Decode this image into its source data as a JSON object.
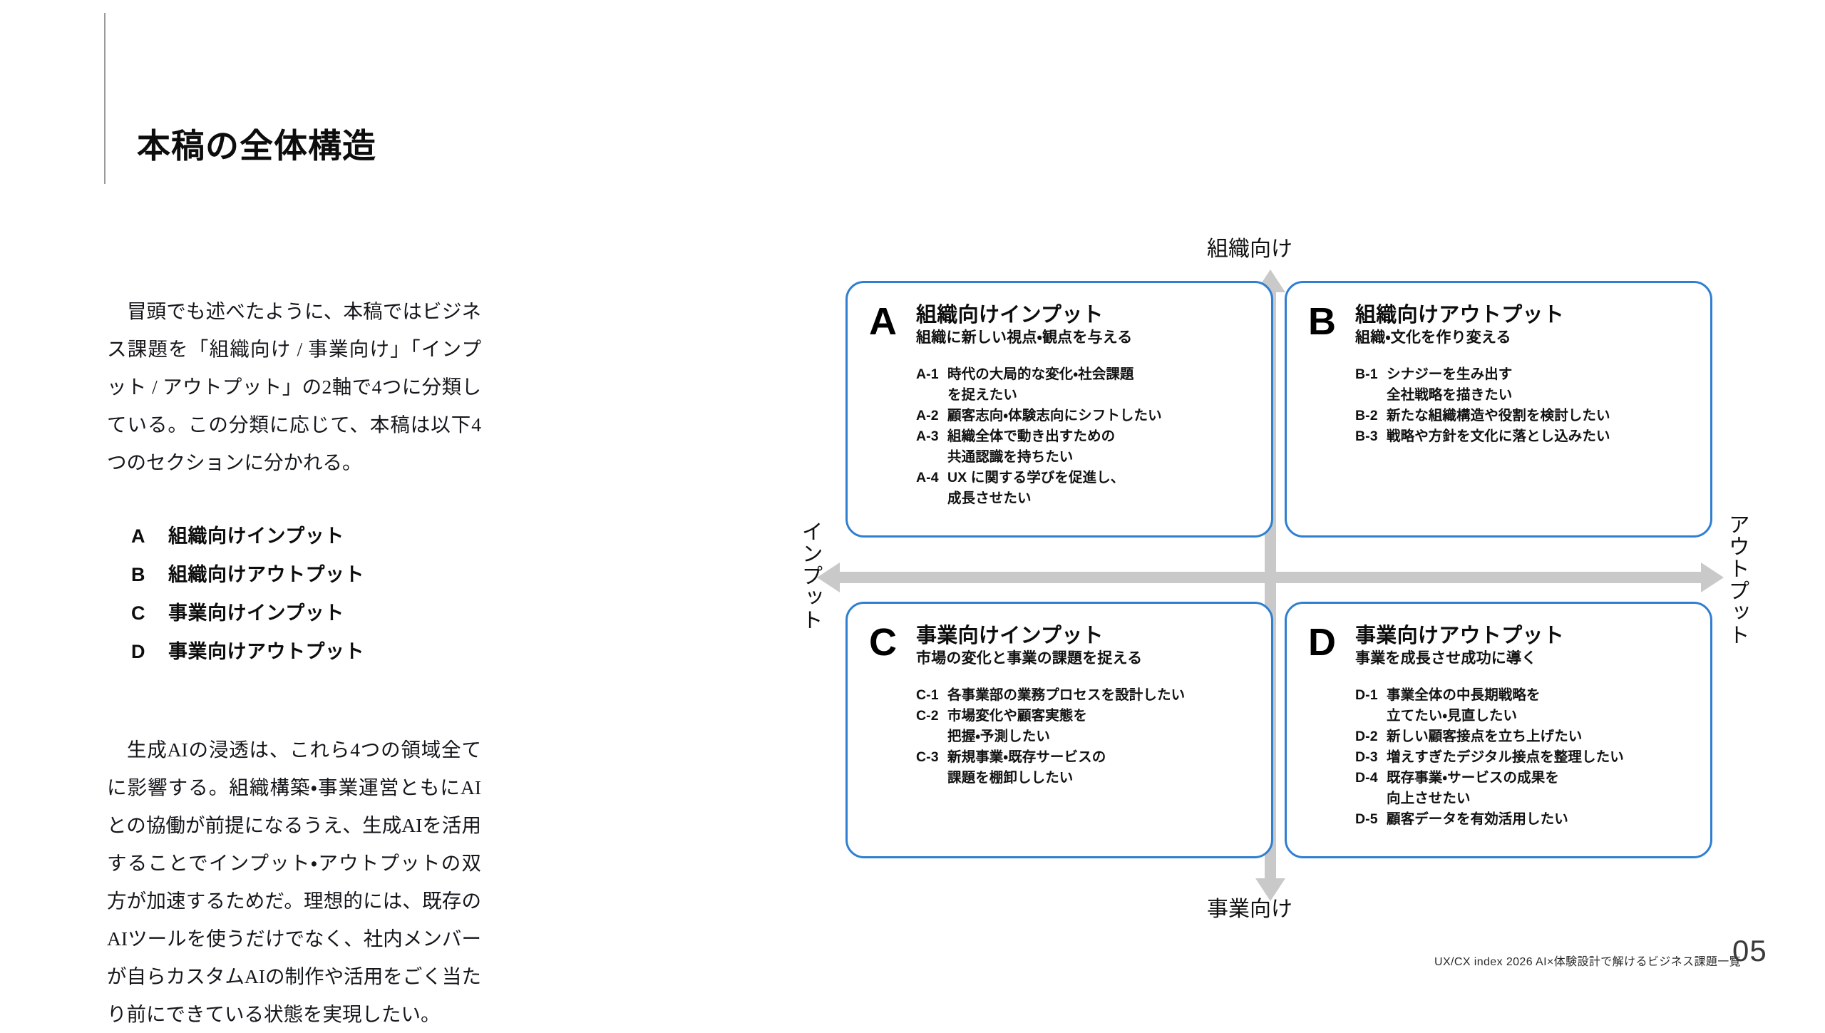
{
  "page_title": "本稿の全体構造",
  "left_column": {
    "paragraph_one": "冒頭でも述べたように、本稿ではビジネス課題を「組織向け / 事業向け」「インプット / アウトプット」の2軸で4つに分類している。この分類に応じて、本稿は以下4つのセクションに分かれる。",
    "paragraph_two": "生成AIの浸透は、これら4つの領域全てに影響する。組織構築・事業運営ともにAIとの協働が前提になるうえ、生成AIを活用することでインプット・アウトプットの双方が加速するためだ。理想的には、既存のAIツールを使うだけでなく、社内メンバーが自らカスタムAIの制作や活用をごく当たり前にできている状態を実現したい。",
    "section_list": [
      {
        "key": "A",
        "label": "組織向けインプット"
      },
      {
        "key": "B",
        "label": "組織向けアウトプット"
      },
      {
        "key": "C",
        "label": "事業向けインプット"
      },
      {
        "key": "D",
        "label": "事業向けアウトプット"
      }
    ]
  },
  "matrix": {
    "accent_color": "#2f7fd1",
    "axis_color": "#c9c9c9",
    "axes": {
      "top_label": "組織向け",
      "bottom_label": "事業向け",
      "left_label": "インプット",
      "right_label": "アウトプット"
    },
    "quadrants": [
      {
        "letter": "A",
        "title": "組織向けインプット",
        "subtitle": "組織に新しい視点・観点を与える",
        "items": [
          {
            "key": "A-1",
            "text": "時代の大局的な変化・社会課題\nを捉えたい"
          },
          {
            "key": "A-2",
            "text": "顧客志向・体験志向にシフトしたい"
          },
          {
            "key": "A-3",
            "text": "組織全体で動き出すための\n共通認識を持ちたい"
          },
          {
            "key": "A-4",
            "text": "UX に関する学びを促進し、\n成長させたい"
          }
        ]
      },
      {
        "letter": "B",
        "title": "組織向けアウトプット",
        "subtitle": "組織・文化を作り変える",
        "items": [
          {
            "key": "B-1",
            "text": "シナジーを生み出す\n全社戦略を描きたい"
          },
          {
            "key": "B-2",
            "text": "新たな組織構造や役割を検討したい"
          },
          {
            "key": "B-3",
            "text": "戦略や方針を文化に落とし込みたい"
          }
        ]
      },
      {
        "letter": "C",
        "title": "事業向けインプット",
        "subtitle": "市場の変化と事業の課題を捉える",
        "items": [
          {
            "key": "C-1",
            "text": "各事業部の業務プロセスを設計したい"
          },
          {
            "key": "C-2",
            "text": "市場変化や顧客実態を\n把握・予測したい"
          },
          {
            "key": "C-3",
            "text": "新規事業・既存サービスの\n課題を棚卸ししたい"
          }
        ]
      },
      {
        "letter": "D",
        "title": "事業向けアウトプット",
        "subtitle": "事業を成長させ成功に導く",
        "items": [
          {
            "key": "D-1",
            "text": "事業全体の中長期戦略を\n立てたい・見直したい"
          },
          {
            "key": "D-2",
            "text": "新しい顧客接点を立ち上げたい"
          },
          {
            "key": "D-3",
            "text": "増えすぎたデジタル接点を整理したい"
          },
          {
            "key": "D-4",
            "text": "既存事業・サービスの成果を\n向上させたい"
          },
          {
            "key": "D-5",
            "text": "顧客データを有効活用したい"
          }
        ]
      }
    ]
  },
  "footer": {
    "caption": "UX/CX index 2026  AI×体験設計で解けるビジネス課題一覧",
    "page_number": "05"
  }
}
